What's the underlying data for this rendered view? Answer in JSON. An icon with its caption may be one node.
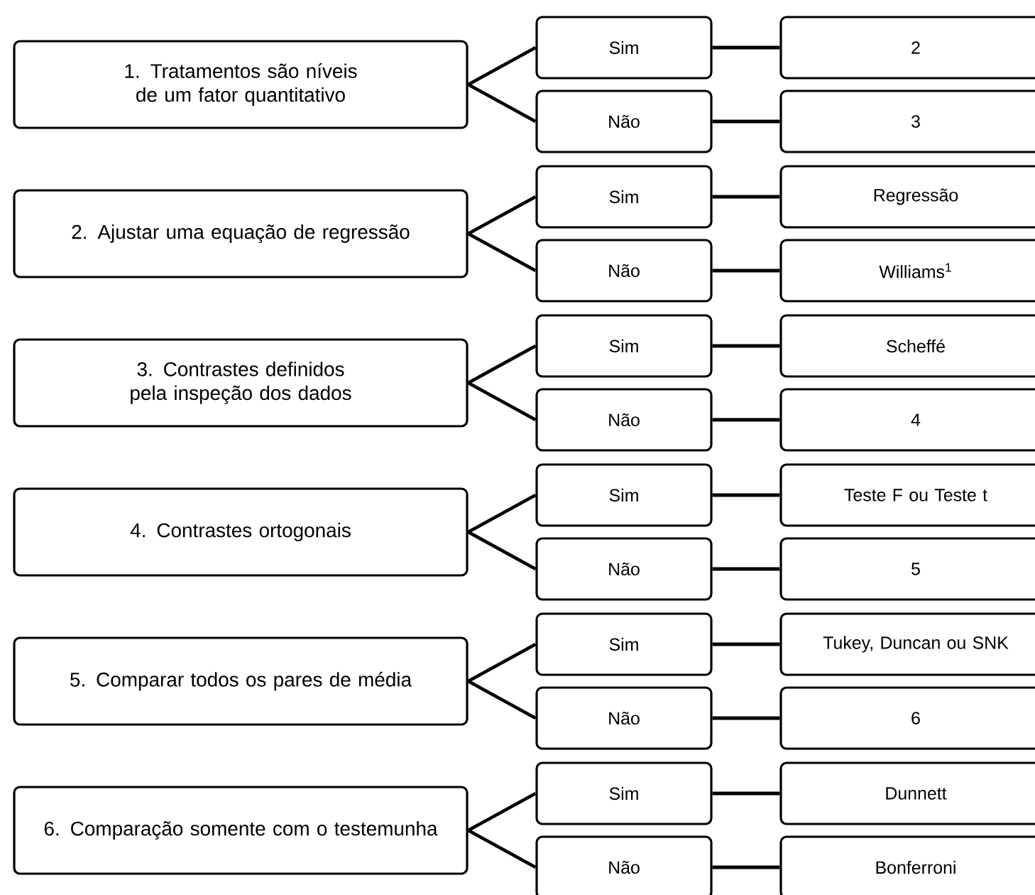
{
  "diagram": {
    "nodes": [
      {
        "text": [
          "1. Tratamentos são níveis de um fator quantitativo"
        ]
      },
      {
        "text": [
          "Sim"
        ]
      },
      {
        "text": [
          "2"
        ]
      },
      {
        "text": [
          "Não"
        ]
      },
      {
        "text": [
          "3"
        ]
      },
      {
        "text": [
          "2. Ajustar uma equação de regressão"
        ]
      },
      {
        "text": [
          "Sim"
        ]
      },
      {
        "text": [
          "Regressão"
        ]
      },
      {
        "text": [
          "Não"
        ]
      },
      {
        "text": [
          "Williams$^{1}$"
        ]
      },
      {
        "text": [
          "3. Contrastes definidos pela inspeção dos dados"
        ]
      },
      {
        "text": [
          "Sim"
        ]
      },
      {
        "text": [
          "Scheffé"
        ]
      },
      {
        "text": [
          "Não"
        ]
      },
      {
        "text": [
          "4"
        ]
      },
      {
        "text": [
          "4. Contrastes ortogonais"
        ]
      },
      {
        "text": [
          "Sim"
        ]
      },
      {
        "text": [
          "Teste F ou Teste t"
        ]
      },
      {
        "text": [
          "Não"
        ]
      },
      {
        "text": [
          "5"
        ]
      },
      {
        "text": [
          "5. Comparar todos os pares de média"
        ]
      },
      {
        "text": [
          "Sim"
        ]
      },
      {
        "text": [
          "Tukey, Duncan ou SNK"
        ]
      },
      {
        "text": [
          "Não"
        ]
      },
      {
        "text": [
          "6"
        ]
      },
      {
        "text": [
          "6. Comparação somente com o testemunha"
        ]
      },
      {
        "text": [
          "Sim"
        ]
      },
      {
        "text": [
          "Dunnett"
        ]
      },
      {
        "text": [
          "Não"
        ]
      },
      {
        "text": [
          "Bonferroni"
        ]
      }
    ],
    "edges": [
      {
        "from": 0,
        "to": 1,
        "arrow": "none"
      },
      {
        "from": 0,
        "to": 3,
        "arrow": "none"
      },
      {
        "from": 1,
        "to": 2,
        "arrow": "none"
      },
      {
        "from": 3,
        "to": 4,
        "arrow": "none"
      },
      {
        "from": 5,
        "to": 6,
        "arrow": "none"
      },
      {
        "from": 5,
        "to": 8,
        "arrow": "none"
      },
      {
        "from": 6,
        "to": 7,
        "arrow": "none"
      },
      {
        "from": 8,
        "to": 9,
        "arrow": "none"
      },
      {
        "from": 10,
        "to": 11,
        "arrow": "none"
      },
      {
        "from": 10,
        "to": 13,
        "arrow": "none"
      },
      {
        "from": 11,
        "to": 12,
        "arrow": "none"
      },
      {
        "from": 13,
        "to": 14,
        "arrow": "none"
      },
      {
        "from": 15,
        "to": 16,
        "arrow": "none"
      },
      {
        "from": 15,
        "to": 18,
        "arrow": "none"
      },
      {
        "from": 16,
        "to": 17,
        "arrow": "none"
      },
      {
        "from": 18,
        "to": 19,
        "arrow": "none"
      },
      {
        "from": 20,
        "to": 21,
        "arrow": "none"
      },
      {
        "from": 20,
        "to": 23,
        "arrow": "none"
      },
      {
        "from": 21,
        "to": 22,
        "arrow": "none"
      },
      {
        "from": 23,
        "to": 24,
        "arrow": "none"
      },
      {
        "from": 25,
        "to": 26,
        "arrow": "none"
      },
      {
        "from": 25,
        "to": 28,
        "arrow": "none"
      },
      {
        "from": 26,
        "to": 27,
        "arrow": "none"
      },
      {
        "from": 28,
        "to": 29,
        "arrow": "none"
      }
    ]
  }
}
